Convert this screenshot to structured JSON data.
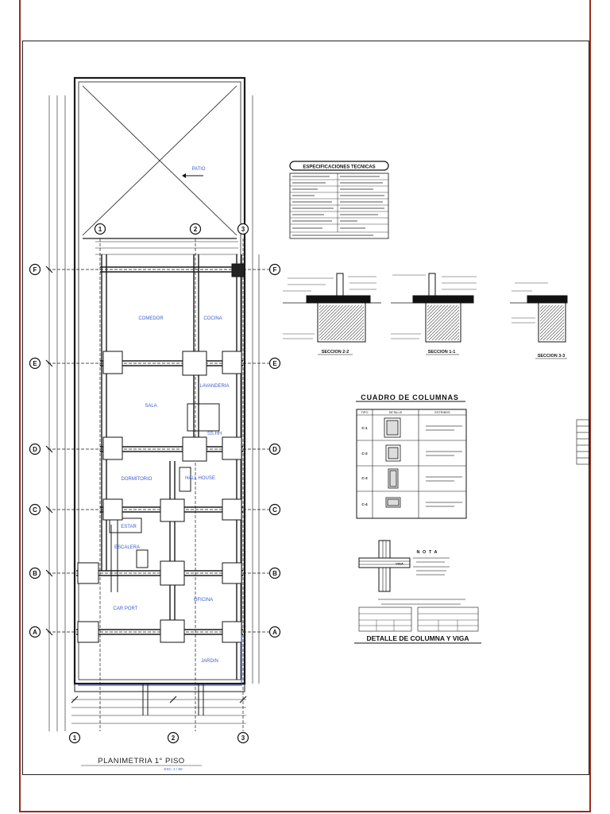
{
  "plan": {
    "title": "PLANIMETRIA 1° PISO",
    "scale": "ESC. 1 / 50",
    "rooms": {
      "patio": "PATIO",
      "comedor": "COMEDOR",
      "cocina": "COCINA",
      "lavanderia": "LAVANDERIA",
      "sala": "SALA",
      "ss_hh": "SS.HH",
      "dormitorio": "DORMITORIO",
      "hall_house": "HALL HOUSE",
      "estar": "ESTAR",
      "escalera": "ESCALERA",
      "car_port": "CAR PORT",
      "oficina": "OFICINA",
      "jardin": "JARDIN"
    },
    "axis_rows": [
      "F",
      "E",
      "D",
      "C",
      "B",
      "A"
    ],
    "axis_cols": [
      "1",
      "2",
      "3"
    ]
  },
  "specs": {
    "title": "ESPECIFICACIONES TECNICAS"
  },
  "sections": {
    "s22": "SECCION 2-2",
    "s11": "SECCION 1-1",
    "s33": "SECCION 3-3"
  },
  "columns_table": {
    "title": "CUADRO DE COLUMNAS",
    "headers": [
      "TIPO",
      "DETALLE",
      "ESTRIBOS"
    ],
    "types": [
      "C-1",
      "C-2",
      "C-3",
      "C-4"
    ]
  },
  "nota": {
    "title": "N O T A"
  },
  "beam_label": "VIGA",
  "detail_title": "DETALLE DE COLUMNA Y VIGA",
  "colors": {
    "frame": "#9b2a1d",
    "room_label": "#3a5fd0",
    "line": "#1a1a1a"
  }
}
